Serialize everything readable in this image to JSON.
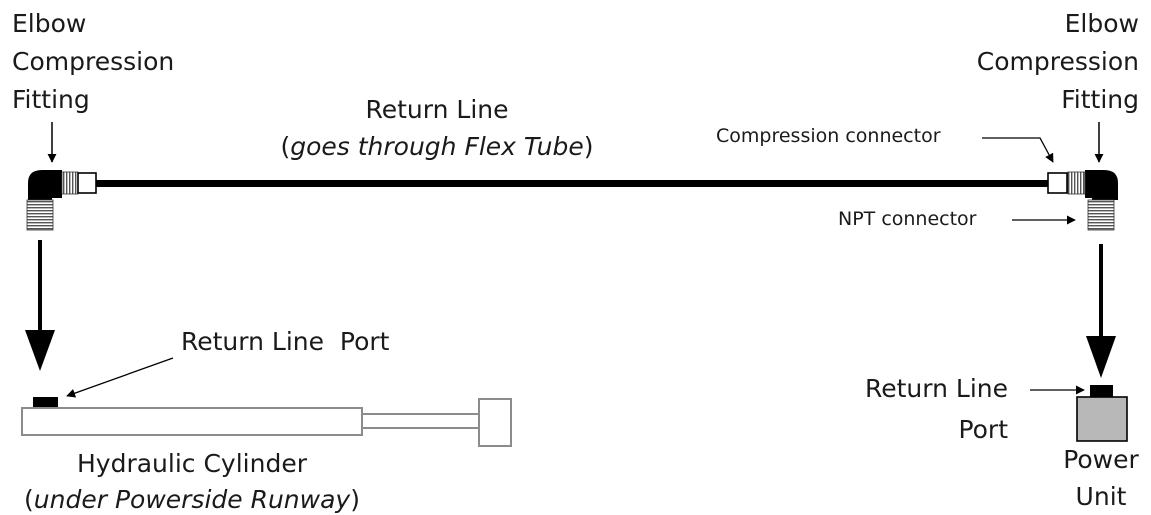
{
  "left_fitting": {
    "line1": "Elbow",
    "line2": "Compression",
    "line3": "Fitting"
  },
  "right_fitting": {
    "line1": "Elbow",
    "line2": "Compression",
    "line3": "Fitting"
  },
  "return_line": {
    "title": "Return Line",
    "note_open": "(",
    "note_italic": "goes through Flex Tube",
    "note_close": ")"
  },
  "compression_connector": "Compression connector",
  "npt_connector": "NPT connector",
  "cylinder_port": "Return Line  Port",
  "cylinder": {
    "title": "Hydraulic Cylinder",
    "note_open": "(",
    "note_italic": "under Powerside Runway",
    "note_close": ")"
  },
  "unit_port": {
    "line1": "Return Line",
    "line2": "Port"
  },
  "power_unit": {
    "line1": "Power",
    "line2": "Unit"
  },
  "colors": {
    "ink": "#1a1a1a",
    "line": "#000000",
    "cylinder_outline": "#8c8c8c",
    "power_unit_fill": "#b8b8b8"
  }
}
